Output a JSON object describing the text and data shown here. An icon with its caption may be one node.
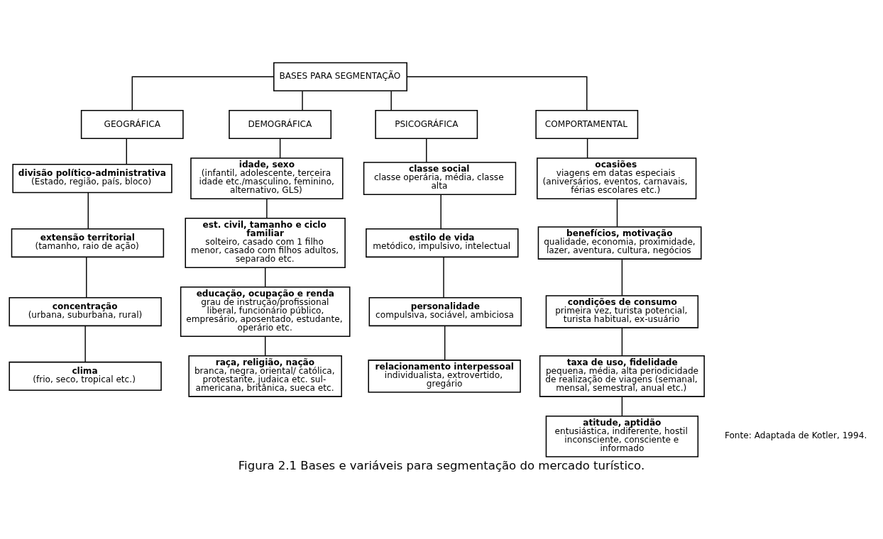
{
  "diagram": {
    "caption": "Figura 2.1 Bases e variáveis para segmentação do mercado turístico.",
    "nodes": [
      {
        "text": [
          "BASES PARA SEGMENTAÇÃO"
        ]
      },
      {
        "text": [
          "GEOGRÁFICA"
        ]
      },
      {
        "text": [
          "DEMOGRÁFICA"
        ]
      },
      {
        "text": [
          "PSICOGRÁFICA"
        ]
      },
      {
        "text": [
          "COMPORTAMENTAL"
        ]
      },
      {
        "text": [
          "divisão político-administrativa",
          "(Estado, região, país, bloco)"
        ]
      },
      {
        "text": [
          "extensão territorial",
          "(tamanho, raio de ação)"
        ]
      },
      {
        "text": [
          "concentração",
          "(urbana, suburbana, rural)"
        ]
      },
      {
        "text": [
          "clima",
          "(frio, seco, tropical etc.)"
        ]
      },
      {
        "text": [
          "idade, sexo",
          "(infantil, adolescente, terceira idade etc./masculino, feminino, alternativo, GLS)"
        ]
      },
      {
        "text": [
          "est. civil, tamanho e ciclo familiar",
          "solteiro, casado com 1 filho menor, casado com filhos adultos, separado etc."
        ]
      },
      {
        "text": [
          "educação, ocupação e renda",
          "grau de instrução/profissional liberal, funcionário público, empresário, aposentado, estudante, operário etc."
        ]
      },
      {
        "text": [
          "raça, religião, nação",
          "branca, negra, oriental/ católica, protestante, judaica etc. sul-americana, britânica, sueca etc."
        ]
      },
      {
        "text": [
          "classe social",
          "classe operária, média, classe alta"
        ]
      },
      {
        "text": [
          "estilo de vida",
          "metódico, impulsivo, intelectual"
        ]
      },
      {
        "text": [
          "personalidade",
          "compulsiva, sociável, ambiciosa"
        ]
      },
      {
        "text": [
          "relacionamento interpessoal",
          "individualista, extrovertido, gregário"
        ]
      },
      {
        "text": [
          "ocasiões",
          "viagens em datas especiais (aniversários, eventos, carnavais, férias escolares etc.)"
        ]
      },
      {
        "text": [
          "benefícios, motivação",
          "qualidade, economia, proximidade, lazer, aventura, cultura, negócios"
        ]
      },
      {
        "text": [
          "condições de consumo",
          "primeira vez, turista potencial, turista habitual, ex-usuário"
        ]
      },
      {
        "text": [
          "taxa de uso, fidelidade",
          "pequena, média, alta periodicidade de realização de viagens (semanal, mensal, semestral, anual etc.)"
        ]
      },
      {
        "text": [
          "atitude, aptidão",
          "entusiástica, indiferente, hostil inconsciente, consciente e informado"
        ]
      }
    ],
    "edges": [
      {
        "from": 0,
        "to": 1,
        "arrow": "none"
      },
      {
        "from": 0,
        "to": 2,
        "arrow": "none"
      },
      {
        "from": 0,
        "to": 3,
        "arrow": "none"
      },
      {
        "from": 0,
        "to": 4,
        "arrow": "none"
      },
      {
        "from": 1,
        "to": 5,
        "arrow": "none"
      },
      {
        "from": 5,
        "to": 6,
        "arrow": "none"
      },
      {
        "from": 6,
        "to": 7,
        "arrow": "none"
      },
      {
        "from": 7,
        "to": 8,
        "arrow": "none"
      },
      {
        "from": 2,
        "to": 9,
        "arrow": "none"
      },
      {
        "from": 9,
        "to": 10,
        "arrow": "none"
      },
      {
        "from": 10,
        "to": 11,
        "arrow": "none"
      },
      {
        "from": 11,
        "to": 12,
        "arrow": "none"
      },
      {
        "from": 3,
        "to": 13,
        "arrow": "none"
      },
      {
        "from": 13,
        "to": 14,
        "arrow": "none"
      },
      {
        "from": 14,
        "to": 15,
        "arrow": "none"
      },
      {
        "from": 15,
        "to": 16,
        "arrow": "none"
      },
      {
        "from": 4,
        "to": 17,
        "arrow": "none"
      },
      {
        "from": 17,
        "to": 18,
        "arrow": "none"
      },
      {
        "from": 18,
        "to": 19,
        "arrow": "none"
      },
      {
        "from": 19,
        "to": 20,
        "arrow": "none"
      },
      {
        "from": 20,
        "to": 21,
        "arrow": "none"
      }
    ],
    "labels": [
      "Fonte: Adaptada de Kotler, 1994."
    ]
  }
}
